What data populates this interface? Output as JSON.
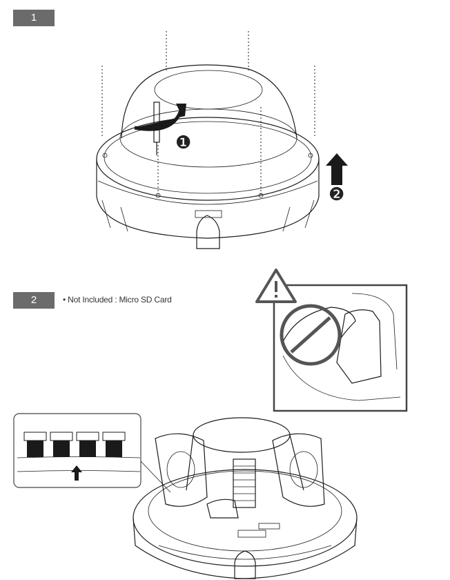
{
  "steps": [
    {
      "number": "1"
    },
    {
      "number": "2",
      "note": "• Not Included : Micro SD Card"
    }
  ],
  "callouts": [
    "❶",
    "❷"
  ],
  "icons": {
    "warning": "warning-triangle-icon",
    "prohibited": "prohibited-icon",
    "arrow_up": "arrow-up-icon"
  },
  "colors": {
    "badge": "#6b6b6b",
    "warning": "#555555"
  }
}
